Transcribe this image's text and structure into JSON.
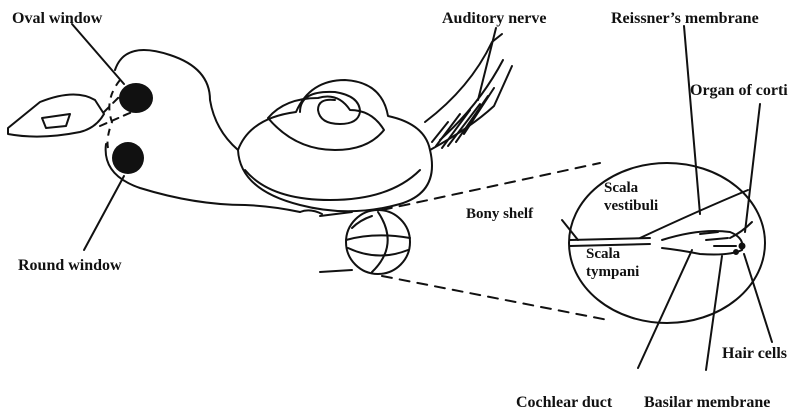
{
  "labels": {
    "oval_window": "Oval window",
    "round_window": "Round window",
    "auditory_nerve": "Auditory nerve",
    "reissners_membrane": "Reissner’s membrane",
    "organ_of_corti": "Organ of corti",
    "bony_shelf": "Bony shelf",
    "scala_vestibuli_1": "Scala",
    "scala_vestibuli_2": "vestibuli",
    "scala_tympani_1": "Scala",
    "scala_tympani_2": "tympani",
    "hair_cells": "Hair cells",
    "cochlear_duct": "Cochlear duct",
    "basilar_membrane": "Basilar membrane"
  },
  "colors": {
    "ink": "#111111",
    "background": "#ffffff"
  }
}
